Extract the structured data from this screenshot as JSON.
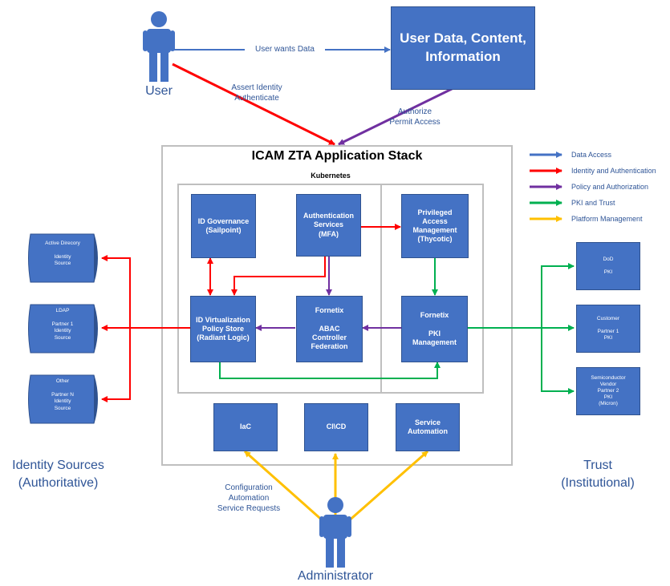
{
  "top": {
    "user_label": "User",
    "data_box": "User Data, Content,\nInformation",
    "user_wants_data": "User wants Data",
    "assert_identity": "Assert Identity\nAuthenticate",
    "authorize": "Authorize\nPermit Access"
  },
  "stack": {
    "title": "ICAM ZTA Application Stack",
    "kubernetes": "Kubernetes",
    "id_governance": "ID Governance\n(Sailpoint)",
    "authentication": "Authentication\nServices\n(MFA)",
    "privileged": "Privileged\nAccess\nManagement\n(Thycotic)",
    "id_virtualization": "ID Virtualization\nPolicy Store\n(Radiant Logic)",
    "abac": "Fornetix\n\nABAC\nController\nFederation",
    "pki_mgmt": "Fornetix\n\nPKI\nManagement",
    "iac": "IaC",
    "cicd": "CI\\CD",
    "service_automation": "Service\nAutomation"
  },
  "identity_sources": {
    "items": [
      "Active Direcory\n\nIdentity\nSource",
      "LDAP\n\nPartner 1\nIdentity\nSource",
      "Other\n\nPartner N\nIdentity\nSource"
    ],
    "caption": "Identity Sources\n(Authoritative)"
  },
  "trust": {
    "items": [
      "DoD\n\nPKI",
      "Customer\n\nPartner 1\nPKI",
      "Semiconductor\nVendor\nPartner 2\nPKI\n(Micron)"
    ],
    "caption": "Trust\n(Institutional)"
  },
  "admin": {
    "label": "Administrator",
    "config": "Configuration\nAutomation\nService Requests"
  },
  "legend": {
    "items": [
      {
        "label": "Data Access",
        "color": "#4472c4"
      },
      {
        "label": "Identity and Authentication",
        "color": "#ff0000"
      },
      {
        "label": "Policy and Authorization",
        "color": "#7030a0"
      },
      {
        "label": "PKI and Trust",
        "color": "#00b050"
      },
      {
        "label": "Platform Management",
        "color": "#ffc000"
      }
    ]
  },
  "colors": {
    "box_fill": "#4472c4",
    "text_blue": "#2f5597",
    "data": "#4472c4",
    "identity": "#ff0000",
    "policy": "#7030a0",
    "pki": "#00b050",
    "platform": "#ffc000"
  }
}
